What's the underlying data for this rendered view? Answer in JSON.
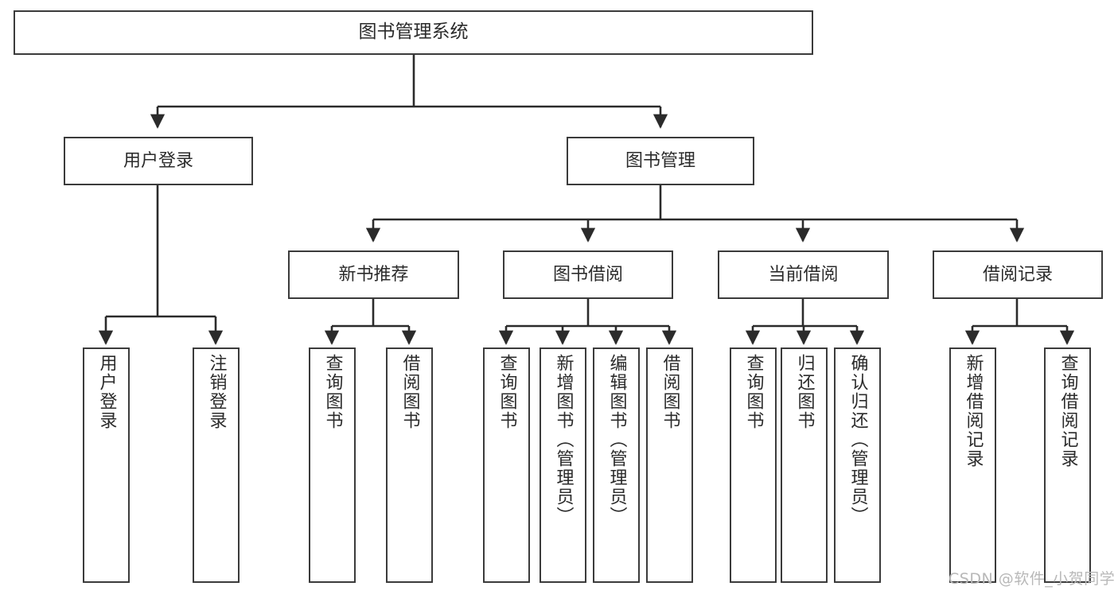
{
  "diagram": {
    "title": "图书管理系统",
    "type": "tree-hierarchy",
    "colors": {
      "box_border": "#3b3b3b",
      "box_fill": "#ffffff",
      "connector": "#2b2b2b",
      "text": "#2b2b2b",
      "watermark": "#b8b8b8",
      "background": "#ffffff"
    },
    "root": {
      "label": "图书管理系统"
    },
    "level2": [
      {
        "label": "用户登录"
      },
      {
        "label": "图书管理"
      }
    ],
    "level3": [
      {
        "label": "新书推荐"
      },
      {
        "label": "图书借阅"
      },
      {
        "label": "当前借阅"
      },
      {
        "label": "借阅记录"
      }
    ],
    "leaves": {
      "user_login": [
        {
          "label": "用户登录"
        },
        {
          "label": "注销登录"
        }
      ],
      "new_book_recommend": [
        {
          "label": "查询图书"
        },
        {
          "label": "借阅图书"
        }
      ],
      "book_borrow": [
        {
          "label": "查询图书"
        },
        {
          "label": "新增图书（管理员）"
        },
        {
          "label": "编辑图书（管理员）"
        },
        {
          "label": "借阅图书"
        }
      ],
      "current_borrow": [
        {
          "label": "查询图书"
        },
        {
          "label": "归还图书"
        },
        {
          "label": "确认归还（管理员）"
        }
      ],
      "borrow_record": [
        {
          "label": "新增借阅记录"
        },
        {
          "label": "查询借阅记录"
        }
      ]
    }
  },
  "watermark": {
    "text": "CSDN @软件_小贺同学"
  }
}
